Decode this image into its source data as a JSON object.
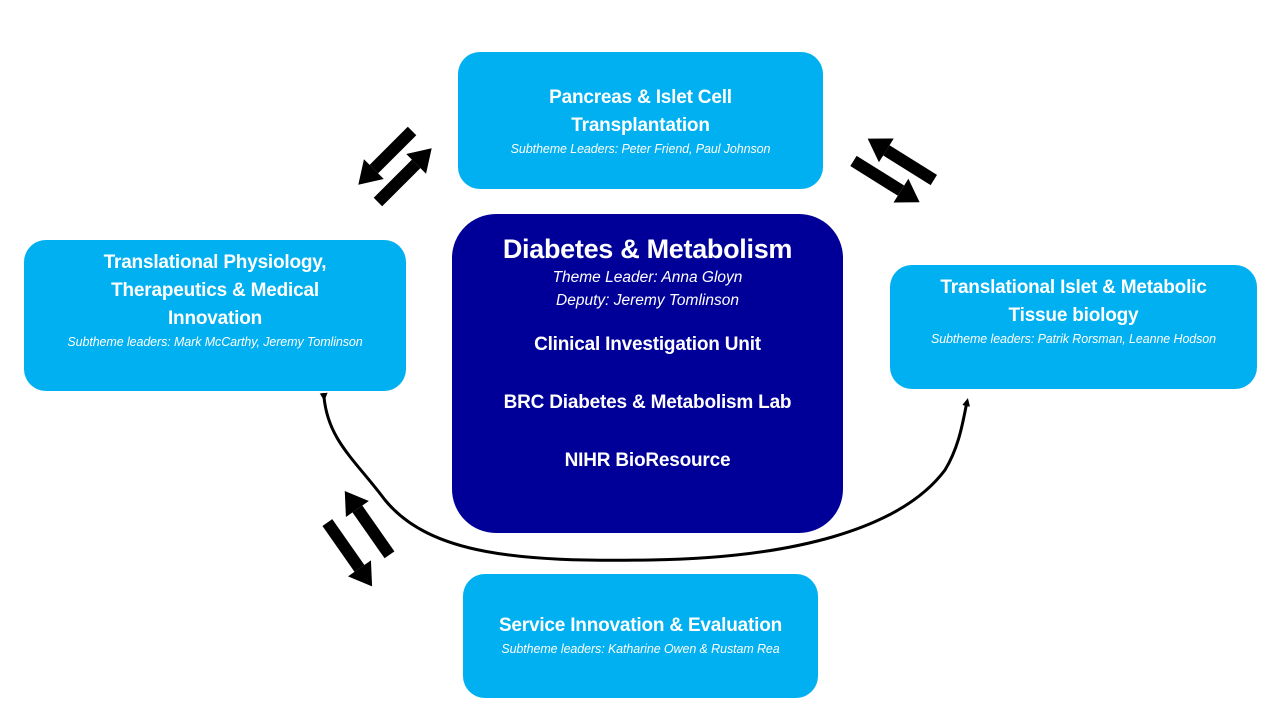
{
  "diagram": {
    "center": {
      "title": "Diabetes & Metabolism",
      "theme_leader": "Theme Leader: Anna Gloyn",
      "deputy": "Deputy: Jeremy Tomlinson",
      "units": [
        "Clinical Investigation Unit",
        "BRC Diabetes & Metabolism Lab",
        "NIHR BioResource"
      ]
    },
    "subthemes": {
      "top": {
        "title_line1": "Pancreas & Islet Cell",
        "title_line2": "Transplantation",
        "leaders": "Subtheme Leaders: Peter Friend, Paul Johnson"
      },
      "left": {
        "title_line1": "Translational Physiology,",
        "title_line2": "Therapeutics & Medical",
        "title_line3": "Innovation",
        "leaders": "Subtheme leaders: Mark McCarthy, Jeremy Tomlinson"
      },
      "right": {
        "title_line1": "Translational Islet & Metabolic",
        "title_line2": "Tissue biology",
        "leaders": "Subtheme leaders: Patrik Rorsman, Leanne Hodson"
      },
      "bottom": {
        "title_line1": "Service Innovation & Evaluation",
        "leaders": "Subtheme leaders: Katharine Owen & Rustam Rea"
      }
    },
    "colors": {
      "subtheme_fill": "#00b0f0",
      "center_fill": "#000099",
      "text": "#ffffff",
      "arrows": "#000000"
    },
    "connections": [
      {
        "from": "top",
        "to": "left",
        "type": "bidirectional-arrows"
      },
      {
        "from": "top",
        "to": "right",
        "type": "bidirectional-arrows"
      },
      {
        "from": "left",
        "to": "bottom",
        "type": "bidirectional-arrows"
      },
      {
        "from": "left",
        "to": "right",
        "type": "curved-double-headed-arrow"
      }
    ]
  }
}
